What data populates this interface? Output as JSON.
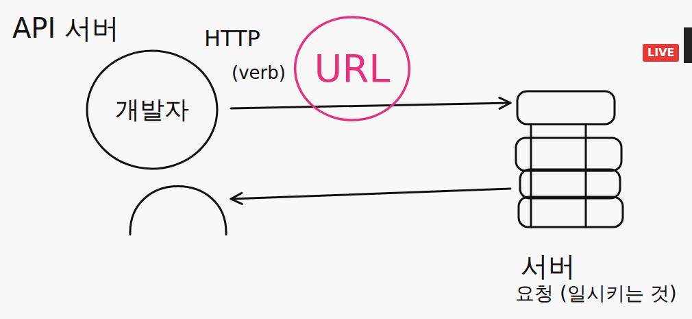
{
  "diagram": {
    "nodes": [
      {
        "text": [
          "개발자"
        ]
      },
      {
        "text": [
          "URL"
        ]
      },
      {
        "text": [
          "서버"
        ]
      }
    ],
    "edges": [
      {
        "from": 0,
        "to": 2,
        "arrow": "to"
      },
      {
        "from": 2,
        "to": 0,
        "arrow": "to"
      }
    ],
    "labels": [
      "API 서버",
      "HTTP",
      "(verb)",
      "요청 (일시키는 것)",
      "LIVE"
    ]
  }
}
